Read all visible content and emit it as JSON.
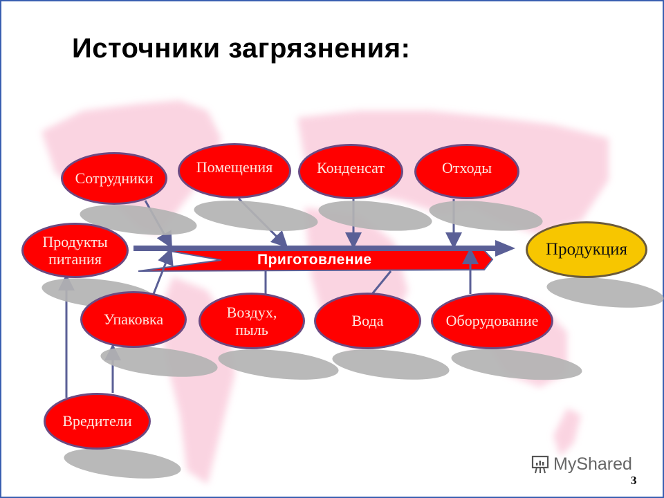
{
  "slide": {
    "title": "Источники загрязнения:",
    "page_number": "3",
    "watermark": "MyShared"
  },
  "diagram": {
    "type": "fishbone",
    "process": {
      "label": "Приготовление"
    },
    "result": {
      "label": "Продукция",
      "color": "#f7c600"
    },
    "node_color": "#ff0000",
    "arrow_color": "#5a5f96",
    "sources": [
      {
        "id": "employees",
        "label": "Сотрудники"
      },
      {
        "id": "premises",
        "label": "Помещения"
      },
      {
        "id": "condensate",
        "label": "Конденсат"
      },
      {
        "id": "waste",
        "label": "Отходы"
      },
      {
        "id": "food",
        "label": "Продукты питания"
      },
      {
        "id": "packaging",
        "label": "Упаковка"
      },
      {
        "id": "air",
        "label": "Воздух, пыль"
      },
      {
        "id": "water",
        "label": "Вода"
      },
      {
        "id": "equipment",
        "label": "Оборудование"
      },
      {
        "id": "pests",
        "label": "Вредители"
      }
    ]
  }
}
